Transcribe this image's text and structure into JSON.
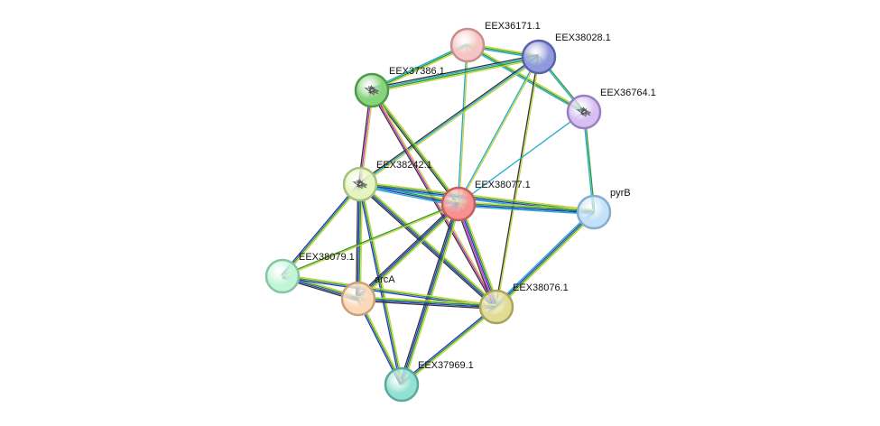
{
  "network": {
    "nodes": [
      {
        "id": "EEX36171",
        "label": "EEX36171.1",
        "color": "#f5c4c4",
        "stroke": "#c98e8e",
        "structure": false
      },
      {
        "id": "EEX38028",
        "label": "EEX38028.1",
        "color": "#8f99dd",
        "stroke": "#5a63a8",
        "structure": false
      },
      {
        "id": "EEX37386",
        "label": "EEX37386.1",
        "color": "#86d37c",
        "stroke": "#4f9a48",
        "structure": true
      },
      {
        "id": "EEX36764",
        "label": "EEX36764.1",
        "color": "#d8bff3",
        "stroke": "#9a7fc0",
        "structure": true
      },
      {
        "id": "EEX38242",
        "label": "EEX38242.1",
        "color": "#e6f5bf",
        "stroke": "#a8c07a",
        "structure": true
      },
      {
        "id": "EEX38077",
        "label": "EEX38077.1",
        "color": "#f79191",
        "stroke": "#c85b5b",
        "structure": false
      },
      {
        "id": "pyrB",
        "label": "pyrB",
        "color": "#c2e2fa",
        "stroke": "#86aecb",
        "structure": false
      },
      {
        "id": "EEX38079",
        "label": "EEX38079.1",
        "color": "#c2f5d8",
        "stroke": "#87c4a2",
        "structure": false
      },
      {
        "id": "arcA",
        "label": "arcA",
        "color": "#fbd9b8",
        "stroke": "#c8a07a",
        "structure": false
      },
      {
        "id": "EEX38076",
        "label": "EEX38076.1",
        "color": "#e1dc93",
        "stroke": "#a9a45d",
        "structure": false
      },
      {
        "id": "EEX37969",
        "label": "EEX37969.1",
        "color": "#93e0d5",
        "stroke": "#5aa89e",
        "structure": false
      }
    ],
    "edges": [
      {
        "a": "EEX36171",
        "b": "EEX38028",
        "colors": [
          "#c6d23a",
          "#2a9a2a",
          "#22aacc"
        ]
      },
      {
        "a": "EEX36171",
        "b": "EEX37386",
        "colors": [
          "#c6d23a",
          "#2a9a2a",
          "#22aacc"
        ]
      },
      {
        "a": "EEX36171",
        "b": "EEX36764",
        "colors": [
          "#c6d23a",
          "#2a9a2a",
          "#22aacc"
        ]
      },
      {
        "a": "EEX36171",
        "b": "EEX38077",
        "colors": [
          "#c6d23a",
          "#22aacc"
        ]
      },
      {
        "a": "EEX38028",
        "b": "EEX37386",
        "colors": [
          "#c6d23a",
          "#2a9a2a",
          "#22aacc",
          "#333333"
        ]
      },
      {
        "a": "EEX38028",
        "b": "EEX36764",
        "colors": [
          "#2a9a2a",
          "#22aacc"
        ]
      },
      {
        "a": "EEX38028",
        "b": "EEX38077",
        "colors": [
          "#c6d23a",
          "#22aacc"
        ]
      },
      {
        "a": "EEX38028",
        "b": "EEX38242",
        "colors": [
          "#c6d23a",
          "#22aacc",
          "#333333"
        ]
      },
      {
        "a": "EEX38028",
        "b": "EEX38076",
        "colors": [
          "#c6d23a",
          "#333333"
        ]
      },
      {
        "a": "EEX37386",
        "b": "EEX38242",
        "colors": [
          "#c6d23a",
          "#cc33cc",
          "#333333"
        ]
      },
      {
        "a": "EEX37386",
        "b": "EEX38077",
        "colors": [
          "#c6d23a",
          "#2a9a2a",
          "#333333"
        ]
      },
      {
        "a": "EEX37386",
        "b": "EEX38076",
        "colors": [
          "#c6d23a",
          "#cc33cc",
          "#333333"
        ]
      },
      {
        "a": "EEX36764",
        "b": "EEX38077",
        "colors": [
          "#22aacc"
        ]
      },
      {
        "a": "EEX36764",
        "b": "pyrB",
        "colors": [
          "#2a9a2a",
          "#22aacc"
        ]
      },
      {
        "a": "EEX38242",
        "b": "EEX38077",
        "colors": [
          "#c6d23a",
          "#2a9a2a",
          "#2233cc",
          "#22aacc"
        ]
      },
      {
        "a": "EEX38242",
        "b": "pyrB",
        "colors": [
          "#c6d23a",
          "#2a9a2a",
          "#2233cc",
          "#22aacc"
        ]
      },
      {
        "a": "EEX38242",
        "b": "EEX38079",
        "colors": [
          "#c6d23a",
          "#2a9a2a",
          "#2233cc"
        ]
      },
      {
        "a": "EEX38242",
        "b": "arcA",
        "colors": [
          "#c6d23a",
          "#2a9a2a",
          "#2233cc",
          "#333333"
        ]
      },
      {
        "a": "EEX38242",
        "b": "EEX38076",
        "colors": [
          "#c6d23a",
          "#2a9a2a",
          "#2233cc",
          "#333333"
        ]
      },
      {
        "a": "EEX38242",
        "b": "EEX37969",
        "colors": [
          "#c6d23a",
          "#2a9a2a",
          "#2233cc"
        ]
      },
      {
        "a": "EEX38077",
        "b": "pyrB",
        "colors": [
          "#c6d23a",
          "#2a9a2a",
          "#2233cc",
          "#22aacc"
        ]
      },
      {
        "a": "EEX38077",
        "b": "EEX38079",
        "colors": [
          "#c6d23a",
          "#2a9a2a"
        ]
      },
      {
        "a": "EEX38077",
        "b": "arcA",
        "colors": [
          "#c6d23a",
          "#2a9a2a",
          "#2233cc",
          "#333333"
        ]
      },
      {
        "a": "EEX38077",
        "b": "EEX38076",
        "colors": [
          "#c6d23a",
          "#2a9a2a",
          "#2233cc",
          "#cc33cc",
          "#333333"
        ]
      },
      {
        "a": "EEX38077",
        "b": "EEX37969",
        "colors": [
          "#c6d23a",
          "#2a9a2a",
          "#2233cc",
          "#333333"
        ]
      },
      {
        "a": "pyrB",
        "b": "EEX38076",
        "colors": [
          "#c6d23a",
          "#2a9a2a",
          "#2233cc",
          "#22aacc"
        ]
      },
      {
        "a": "EEX38079",
        "b": "arcA",
        "colors": [
          "#c6d23a",
          "#2a9a2a",
          "#2233cc",
          "#333333"
        ]
      },
      {
        "a": "EEX38079",
        "b": "EEX38076",
        "colors": [
          "#c6d23a",
          "#2a9a2a",
          "#2233cc"
        ]
      },
      {
        "a": "arcA",
        "b": "EEX38076",
        "colors": [
          "#c6d23a",
          "#2a9a2a",
          "#2233cc",
          "#333333"
        ]
      },
      {
        "a": "arcA",
        "b": "EEX37969",
        "colors": [
          "#c6d23a",
          "#2a9a2a",
          "#2233cc"
        ]
      },
      {
        "a": "EEX38076",
        "b": "EEX37969",
        "colors": [
          "#c6d23a",
          "#2a9a2a",
          "#2233cc"
        ]
      }
    ]
  }
}
